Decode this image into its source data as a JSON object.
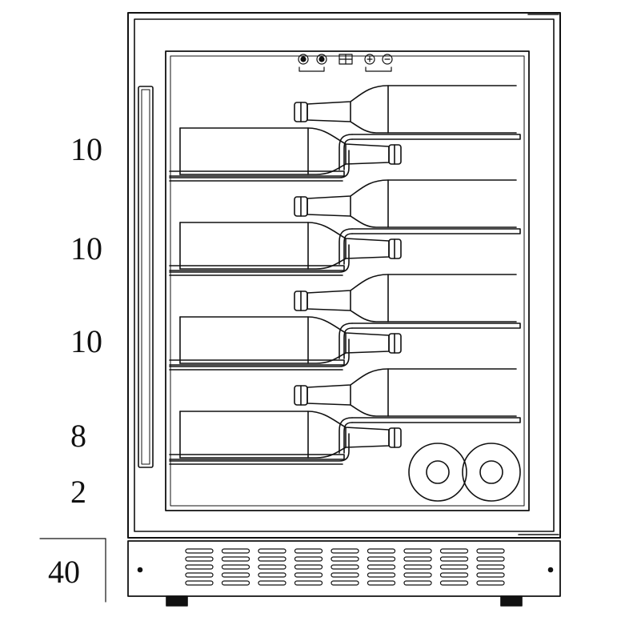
{
  "shelf_capacity_labels": [
    "10",
    "10",
    "10",
    "8",
    "2"
  ],
  "plinth_label": "40",
  "control_panel": {
    "buttons": [
      "light-icon",
      "fan-icon",
      "display-icon",
      "plus-icon",
      "minus-icon"
    ]
  },
  "colors": {
    "line": "#111111",
    "background": "#ffffff"
  }
}
